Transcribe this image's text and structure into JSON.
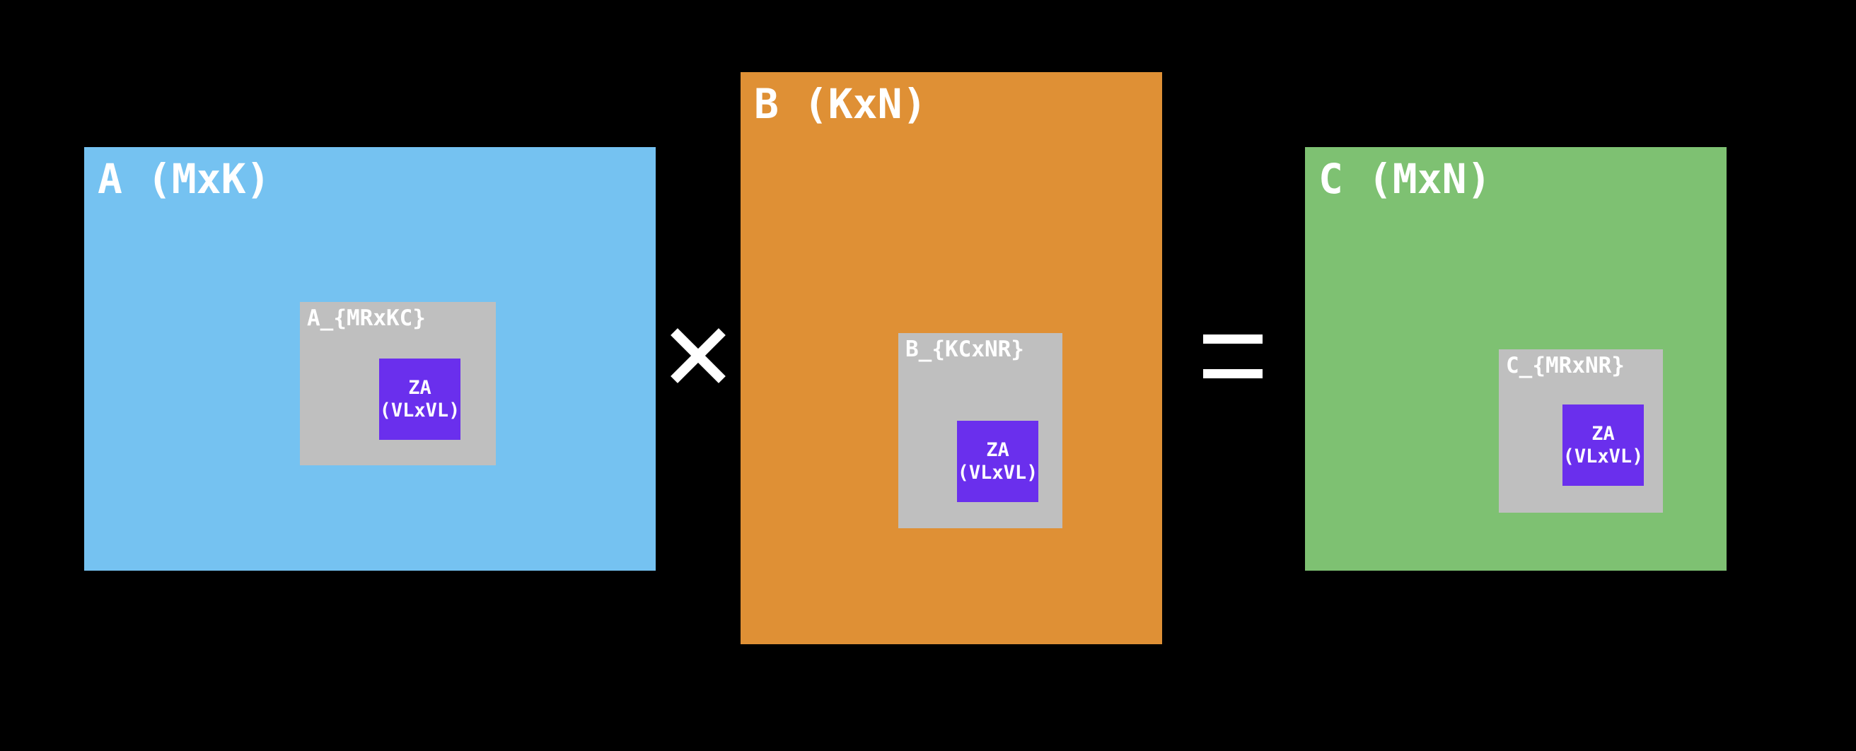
{
  "colors": {
    "background": "#000000",
    "matrix_a": "#75c2f1",
    "matrix_b": "#df9035",
    "matrix_c": "#7ec172",
    "block": "#bfbfbf",
    "tile": "#6a2fed",
    "text": "#ffffff"
  },
  "matrix_a": {
    "title": "A (MxK)",
    "block": {
      "title": "A_{MRxKC}",
      "tile": {
        "line1": "ZA",
        "line2": "(VLxVL)"
      }
    }
  },
  "operator_times": {
    "icon": "multiplication-sign-icon"
  },
  "matrix_b": {
    "title": "B (KxN)",
    "block": {
      "title": "B_{KCxNR}",
      "tile": {
        "line1": "ZA",
        "line2": "(VLxVL)"
      }
    }
  },
  "operator_equals": {
    "icon": "equals-sign-icon"
  },
  "matrix_c": {
    "title": "C (MxN)",
    "block": {
      "title": "C_{MRxNR}",
      "tile": {
        "line1": "ZA",
        "line2": "(VLxVL)"
      }
    }
  }
}
